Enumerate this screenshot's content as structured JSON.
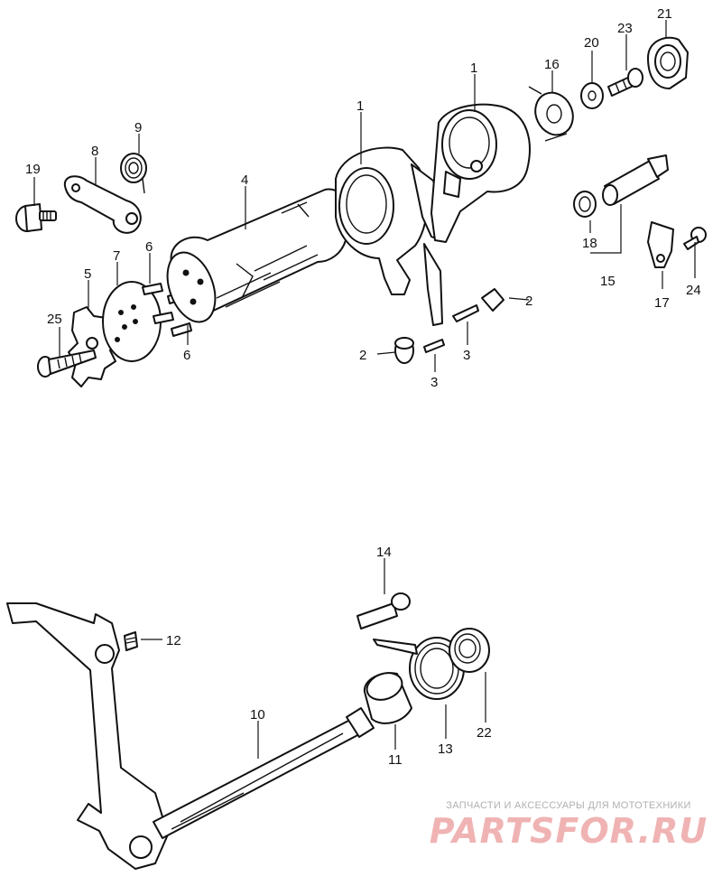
{
  "callouts": {
    "c1a": "1",
    "c1b": "1",
    "c2a": "2",
    "c2b": "2",
    "c3a": "3",
    "c3b": "3",
    "c4": "4",
    "c5": "5",
    "c6a": "6",
    "c6b": "6",
    "c7": "7",
    "c8": "8",
    "c9": "9",
    "c10": "10",
    "c11": "11",
    "c12": "12",
    "c13": "13",
    "c14": "14",
    "c15": "15",
    "c16": "16",
    "c17": "17",
    "c18": "18",
    "c19": "19",
    "c20": "20",
    "c21": "21",
    "c22": "22",
    "c23": "23",
    "c24": "24",
    "c25": "25"
  },
  "watermark": {
    "caption": "ЗАПЧАСТИ И АКСЕССУАРЫ ДЛЯ МОТОТЕХНИКИ",
    "brand": "PARTSFOR.RU"
  },
  "colors": {
    "line": "#111111",
    "watermark_brand": "#f0b3b3",
    "watermark_caption": "#b0b0b0"
  }
}
